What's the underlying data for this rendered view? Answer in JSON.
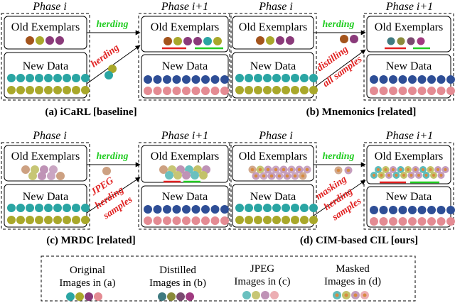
{
  "labels": {
    "phase_i": "Phase i",
    "phase_i1": "Phase i+1",
    "old_exemplars": "Old Exemplars",
    "new_data": "New Data"
  },
  "captions": {
    "a": "(a) iCaRL [baseline]",
    "b": "(b) Mnemonics [related]",
    "c": "(c) MRDC [related]",
    "d": "(d) CIM-based CIL [ours]"
  },
  "arrows": {
    "herding": "herding",
    "distilling": "distilling",
    "all_samples": "all samples",
    "jpeg": "JPEG",
    "herding_samples_1": "herding",
    "herding_samples_2": "samples",
    "masking": "masking"
  },
  "legend": {
    "original_1": "Original",
    "original_2": "Images in (a)",
    "distilled_1": "Distilled",
    "distilled_2": "Images in (b)",
    "jpeg_1": "JPEG",
    "jpeg_2": "Images in (c)",
    "masked_1": "Masked",
    "masked_2": "Images in (d)"
  },
  "colors": {
    "teal": "#2aa5a3",
    "olive": "#a9a82a",
    "navy": "#2e4e96",
    "pink": "#e48b93",
    "brown": "#a4541c",
    "purple": "#8a3a7a",
    "herding_green": "#22cc22",
    "red_text": "#e02020",
    "underline_red": "#e02020",
    "underline_green": "#22cc22"
  }
}
